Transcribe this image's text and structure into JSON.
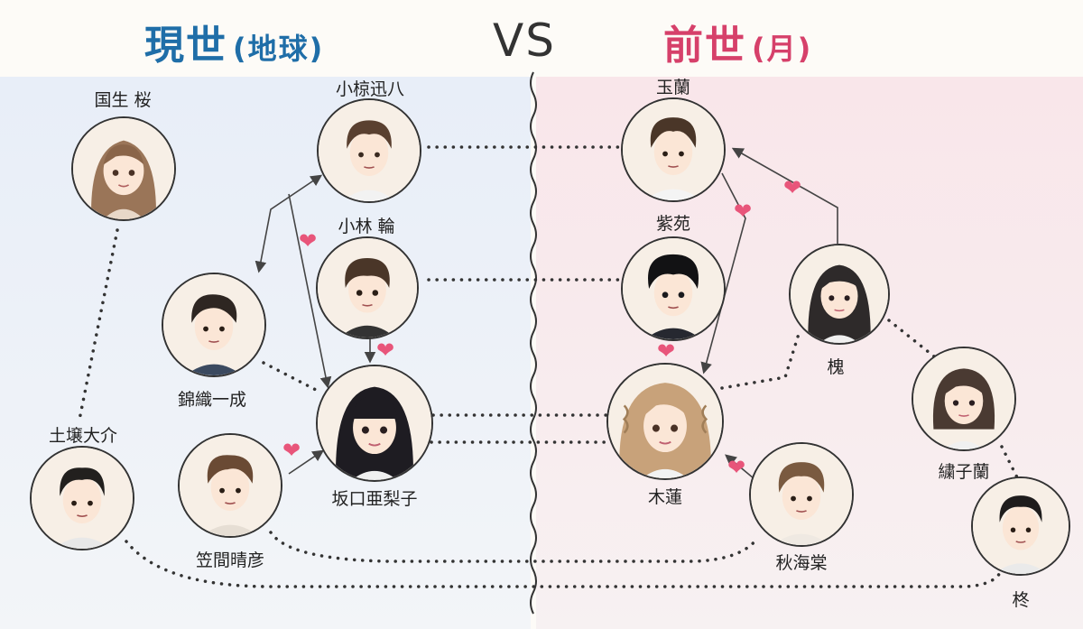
{
  "titles": {
    "left_main": "現世",
    "left_sub": "(地球)",
    "vs": "VS",
    "right_main": "前世",
    "right_sub": "(月)"
  },
  "colors": {
    "left_title": "#1f6ea8",
    "right_title": "#d6406a",
    "heart": "#e8557a",
    "left_panel": "#e8eef8",
    "right_panel": "#f9e6ea"
  },
  "characters": {
    "kokusho": "国生 桜",
    "ogura": "小椋迅八",
    "kobayashi": "小林 輪",
    "nishikiori": "錦織一成",
    "dojo": "土壌大介",
    "sakaguchi": "坂口亜梨子",
    "kasama": "笠間晴彦",
    "gyokuran": "玉蘭",
    "shion": "紫苑",
    "enju": "槐",
    "mokuren": "木蓮",
    "shuukaidou": "秋海棠",
    "ayakoran": "繍子蘭",
    "hiiragi": "柊"
  }
}
